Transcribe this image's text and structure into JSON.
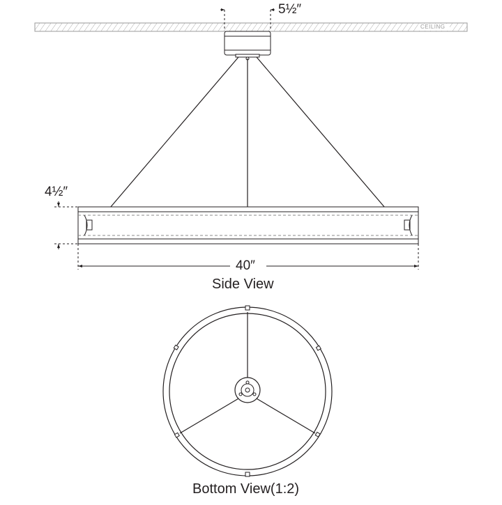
{
  "ceiling": {
    "label": "CEILING"
  },
  "dimensions": {
    "canopy_width": "5½″",
    "shade_height": "4½″",
    "overall_width": "40″"
  },
  "views": {
    "side": "Side View",
    "bottom": "Bottom View(1:2)"
  }
}
